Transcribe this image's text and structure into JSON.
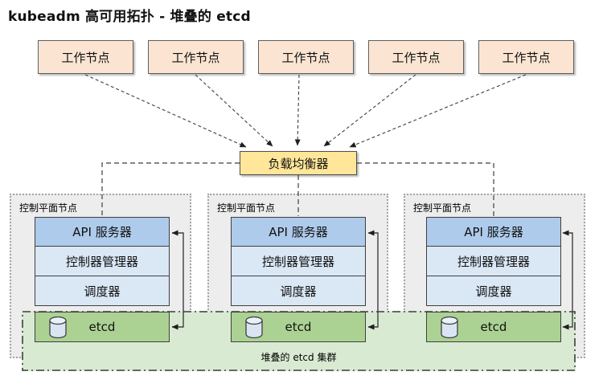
{
  "title": "kubeadm 高可用拓扑 - 堆叠的 etcd",
  "worker_nodes": [
    "工作节点",
    "工作节点",
    "工作节点",
    "工作节点",
    "工作节点"
  ],
  "load_balancer": {
    "label": "负载均衡器"
  },
  "control_planes": [
    {
      "label": "控制平面节点",
      "api_server": "API 服务器",
      "controller_manager": "控制器管理器",
      "scheduler": "调度器",
      "etcd": "etcd"
    },
    {
      "label": "控制平面节点",
      "api_server": "API 服务器",
      "controller_manager": "控制器管理器",
      "scheduler": "调度器",
      "etcd": "etcd"
    },
    {
      "label": "控制平面节点",
      "api_server": "API 服务器",
      "controller_manager": "控制器管理器",
      "scheduler": "调度器",
      "etcd": "etcd"
    }
  ],
  "etcd_cluster_label": "堆叠的 etcd 集群",
  "colors": {
    "worker_fill": "#FBE5D2",
    "load_balancer_fill": "#FFE699",
    "api_server_fill": "#AECBEB",
    "component_fill": "#DAE7F5",
    "etcd_fill": "#ABD293",
    "etcd_cluster_fill": "#D9EAD3",
    "control_plane_fill": "#EDEDED",
    "connector": "#3F3F3F"
  }
}
